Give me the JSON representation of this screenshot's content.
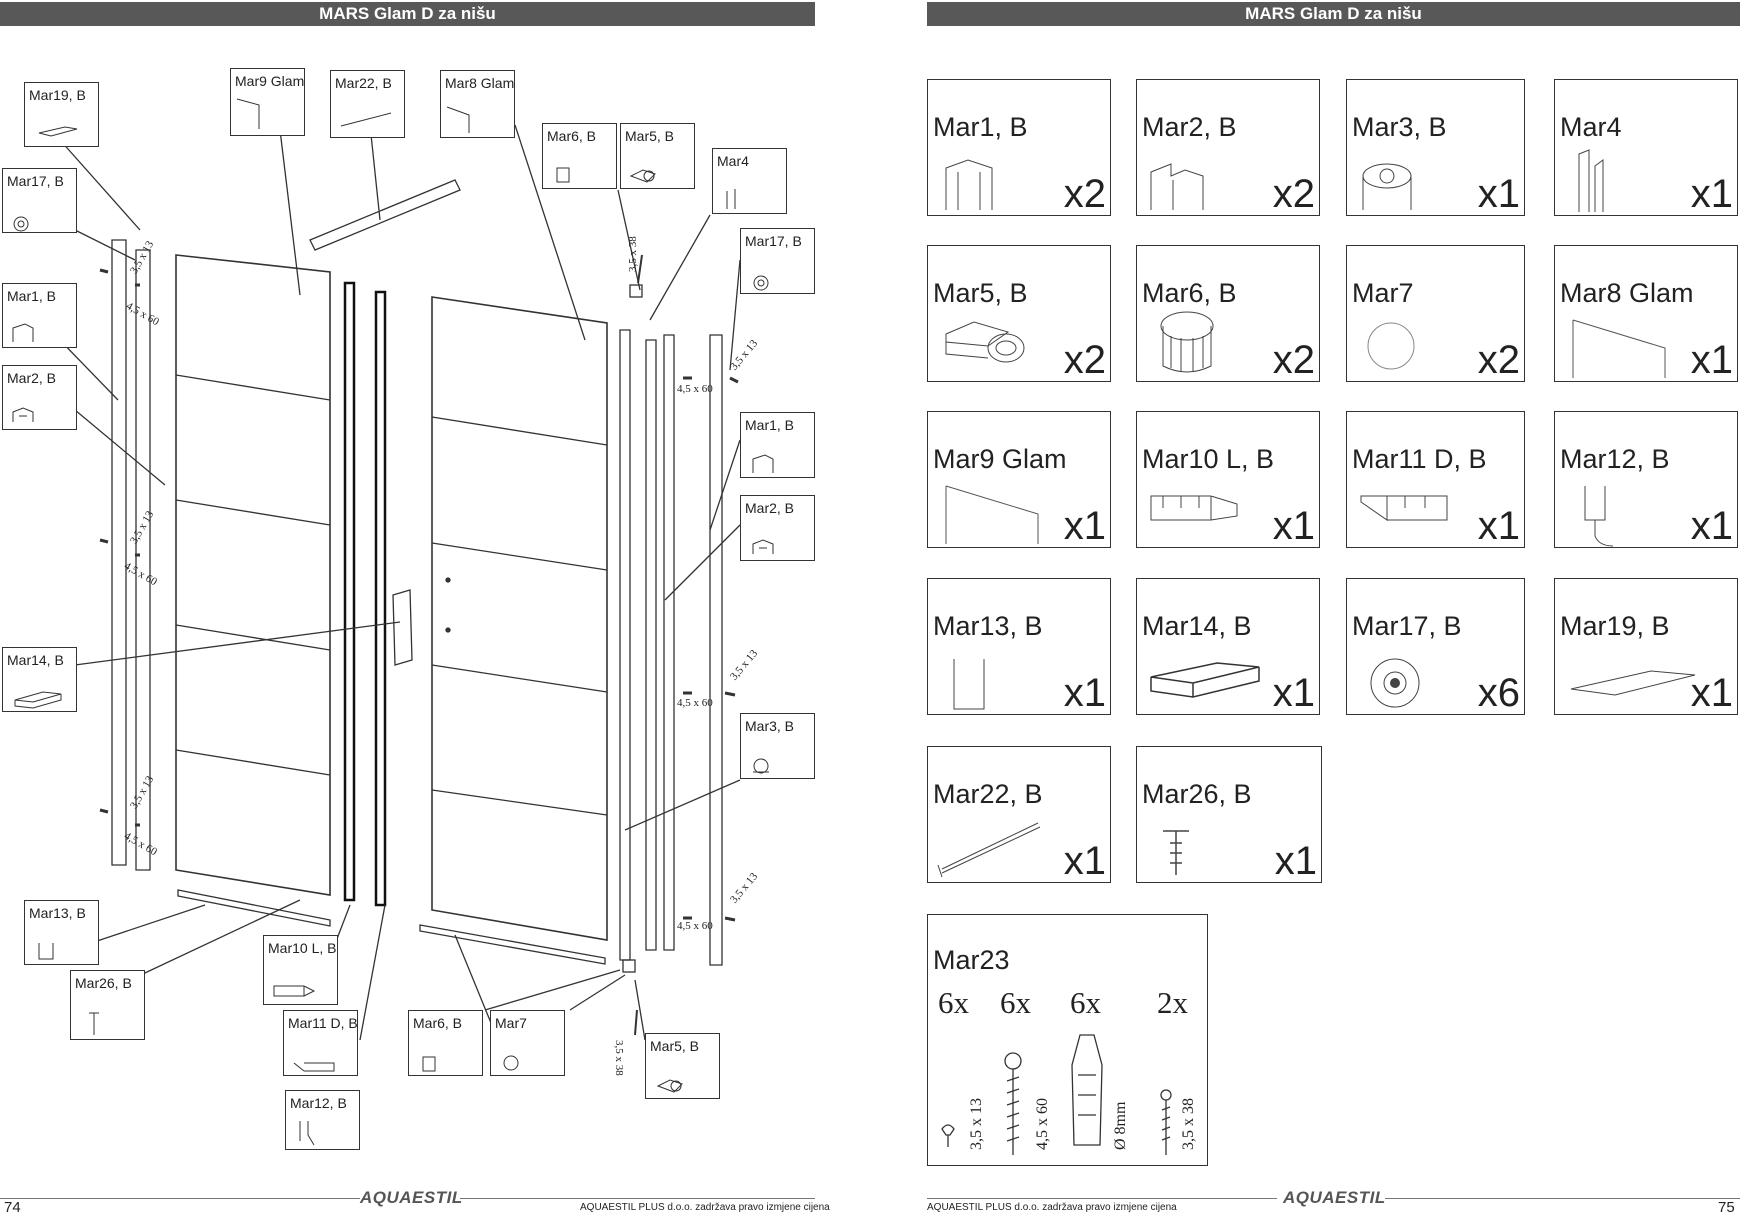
{
  "left_page": {
    "header": "MARS Glam D za nišu",
    "page_number": "74",
    "footer_text": "AQUAESTIL PLUS d.o.o. zadržava pravo izmjene cijena",
    "logo": "AQUAESTIL",
    "callouts": [
      "Mar19, B",
      "Mar17, B",
      "Mar1, B",
      "Mar2, B",
      "Mar14, B",
      "Mar13, B",
      "Mar26, B",
      "Mar9 Glam",
      "Mar22, B",
      "Mar8 Glam",
      "Mar6, B",
      "Mar5, B",
      "Mar4",
      "Mar17, B",
      "Mar1, B",
      "Mar2, B",
      "Mar3, B",
      "Mar10 L, B",
      "Mar11 D, B",
      "Mar12, B",
      "Mar6, B",
      "Mar7",
      "Mar5, B"
    ],
    "dimension_labels": [
      "3,5 x 13",
      "4,5 x 60",
      "3,5 x 38",
      "3,5 x 13",
      "4,5 x 60",
      "3,5 x 13",
      "4,5 x 60",
      "3,5 x 13",
      "4,5 x 60",
      "3,5 x 13",
      "4,5 x 60",
      "3,5 x 13",
      "4,5 x 60",
      "3,5 x 38"
    ]
  },
  "right_page": {
    "header": "MARS Glam D za nišu",
    "page_number": "75",
    "footer_text": "AQUAESTIL PLUS d.o.o. zadržava pravo izmjene cijena",
    "logo": "AQUAESTIL",
    "parts": [
      {
        "name": "Mar1, B",
        "qty": "x2"
      },
      {
        "name": "Mar2, B",
        "qty": "x2"
      },
      {
        "name": "Mar3, B",
        "qty": "x1"
      },
      {
        "name": "Mar4",
        "qty": "x1"
      },
      {
        "name": "Mar5, B",
        "qty": "x2"
      },
      {
        "name": "Mar6, B",
        "qty": "x2"
      },
      {
        "name": "Mar7",
        "qty": "x2"
      },
      {
        "name": "Mar8 Glam",
        "qty": "x1"
      },
      {
        "name": "Mar9 Glam",
        "qty": "x1"
      },
      {
        "name": "Mar10 L, B",
        "qty": "x1"
      },
      {
        "name": "Mar11 D, B",
        "qty": "x1"
      },
      {
        "name": "Mar12, B",
        "qty": "x1"
      },
      {
        "name": "Mar13, B",
        "qty": "x1"
      },
      {
        "name": "Mar14, B",
        "qty": "x1"
      },
      {
        "name": "Mar17, B",
        "qty": "x6"
      },
      {
        "name": "Mar19, B",
        "qty": "x1"
      },
      {
        "name": "Mar22, B",
        "qty": "x1"
      },
      {
        "name": "Mar26, B",
        "qty": "x1"
      }
    ],
    "mar23": {
      "name": "Mar23",
      "counts": [
        "6x",
        "6x",
        "6x",
        "2x"
      ],
      "labels": [
        "3,5 x 13",
        "4,5 x 60",
        "Ø 8mm",
        "3,5 x 38"
      ]
    }
  }
}
